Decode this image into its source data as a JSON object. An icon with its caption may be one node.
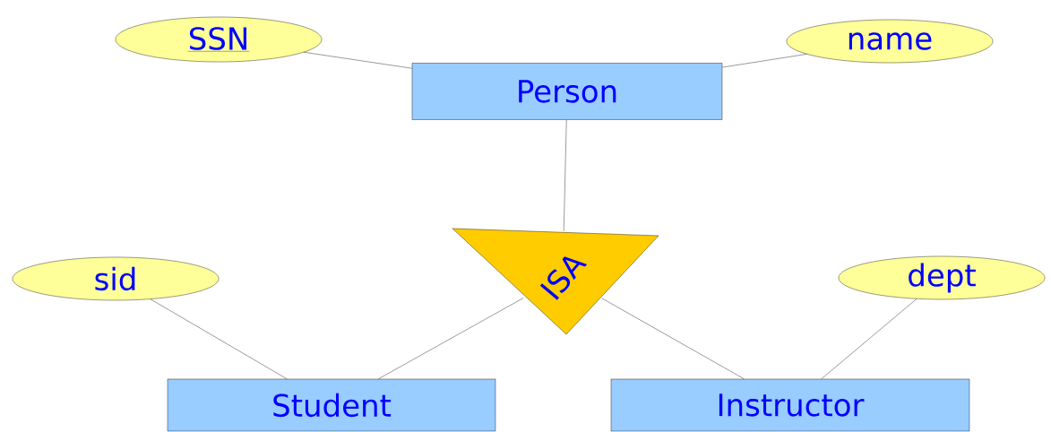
{
  "diagram": {
    "nodes": [
      {
        "text": [
          "SSN"
        ]
      },
      {
        "text": [
          "name"
        ]
      },
      {
        "text": [
          "Person"
        ]
      },
      {
        "text": [
          "ISA"
        ]
      },
      {
        "text": [
          "sid"
        ]
      },
      {
        "text": [
          "dept"
        ]
      },
      {
        "text": [
          "Student"
        ]
      },
      {
        "text": [
          "Instructor"
        ]
      }
    ],
    "edges": [
      {
        "from": 0,
        "to": 2,
        "arrow": "none"
      },
      {
        "from": 1,
        "to": 2,
        "arrow": "none"
      },
      {
        "from": 2,
        "to": 3,
        "arrow": "none"
      },
      {
        "from": 3,
        "to": 6,
        "arrow": "none"
      },
      {
        "from": 3,
        "to": 7,
        "arrow": "none"
      },
      {
        "from": 4,
        "to": 6,
        "arrow": "none"
      },
      {
        "from": 5,
        "to": 7,
        "arrow": "none"
      }
    ]
  }
}
